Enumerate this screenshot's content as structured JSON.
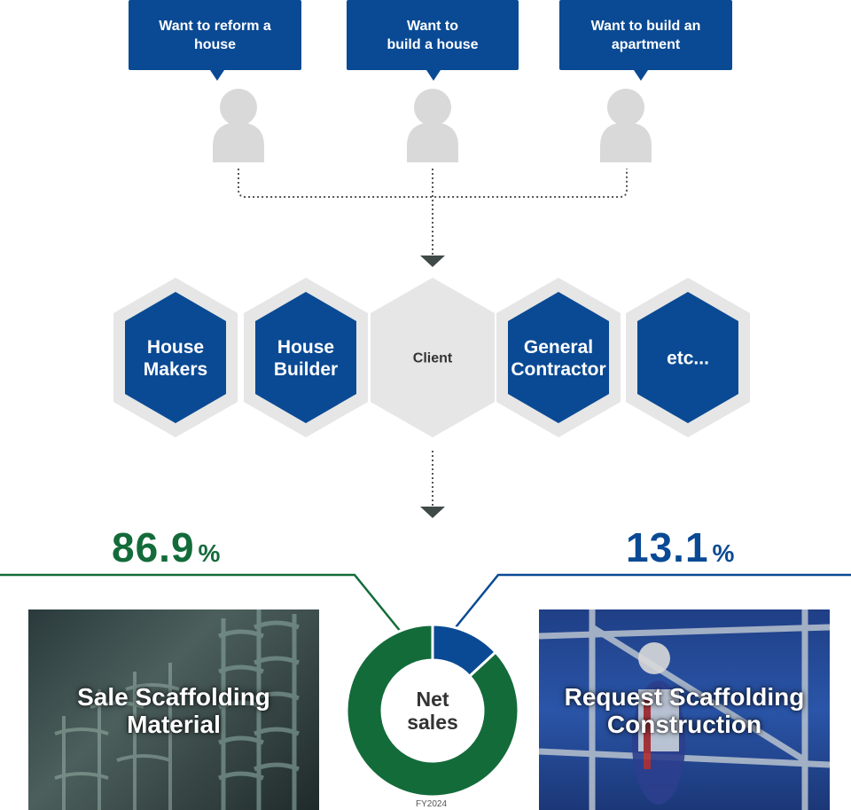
{
  "needs": [
    {
      "text": "Want to reform a\nhouse"
    },
    {
      "text": "Want to\nbuild a house"
    },
    {
      "text": "Want to build an\napartment"
    }
  ],
  "clients": [
    {
      "label": "House\nMakers"
    },
    {
      "label": "House\nBuilder"
    },
    {
      "label": "Client"
    },
    {
      "label": "General\nContractor"
    },
    {
      "label": "etc..."
    }
  ],
  "segments": {
    "sale": {
      "percent": "86.9",
      "unit": "%",
      "label": "Sale Scaffolding\nMaterial",
      "color": "#136b3a"
    },
    "request": {
      "percent": "13.1",
      "unit": "%",
      "label": "Request Scaffolding\nConstruction",
      "color": "#0a4a94"
    }
  },
  "donut": {
    "center_label": "Net\nsales",
    "period": "FY2024"
  },
  "colors": {
    "blue": "#0a4a94",
    "green": "#136b3a",
    "grey": "#e6e6e6",
    "person": "#d9d9d9"
  },
  "chart_data": {
    "type": "pie",
    "title": "",
    "categories": [
      "Sale Scaffolding Material",
      "Request Scaffolding Construction"
    ],
    "values": [
      86.9,
      13.1
    ]
  }
}
